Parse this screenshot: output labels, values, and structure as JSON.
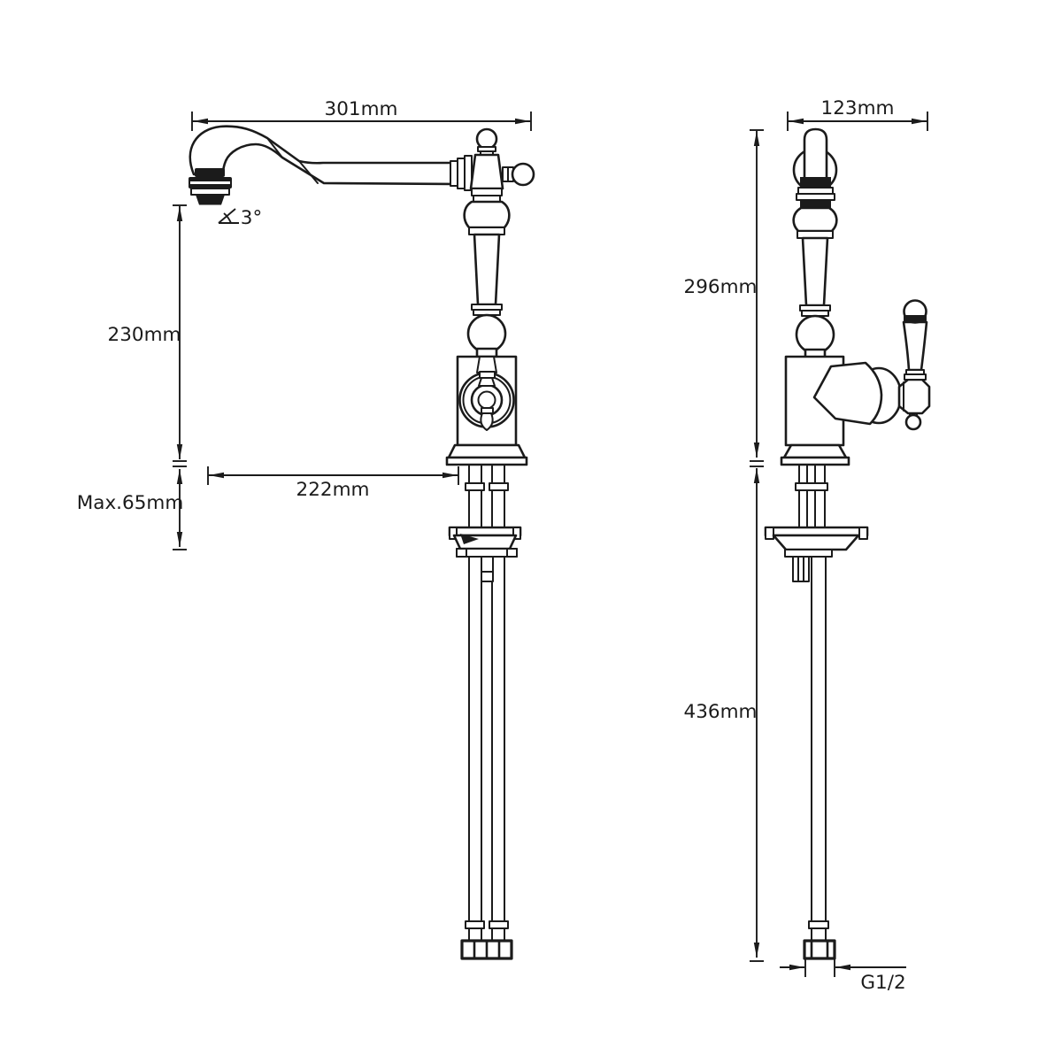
{
  "colors": {
    "background": "#ffffff",
    "line": "#1b1b1b"
  },
  "front_view": {
    "spout_reach": "301mm",
    "spout_angle": "3°",
    "outlet_height": "230mm",
    "max_mounting_thickness": "Max.65mm",
    "spout_projection": "222mm"
  },
  "side_view": {
    "overall_width": "123mm",
    "height_above_deck": "296mm",
    "supply_hose_length": "436mm",
    "connection_thread": "G1/2"
  }
}
